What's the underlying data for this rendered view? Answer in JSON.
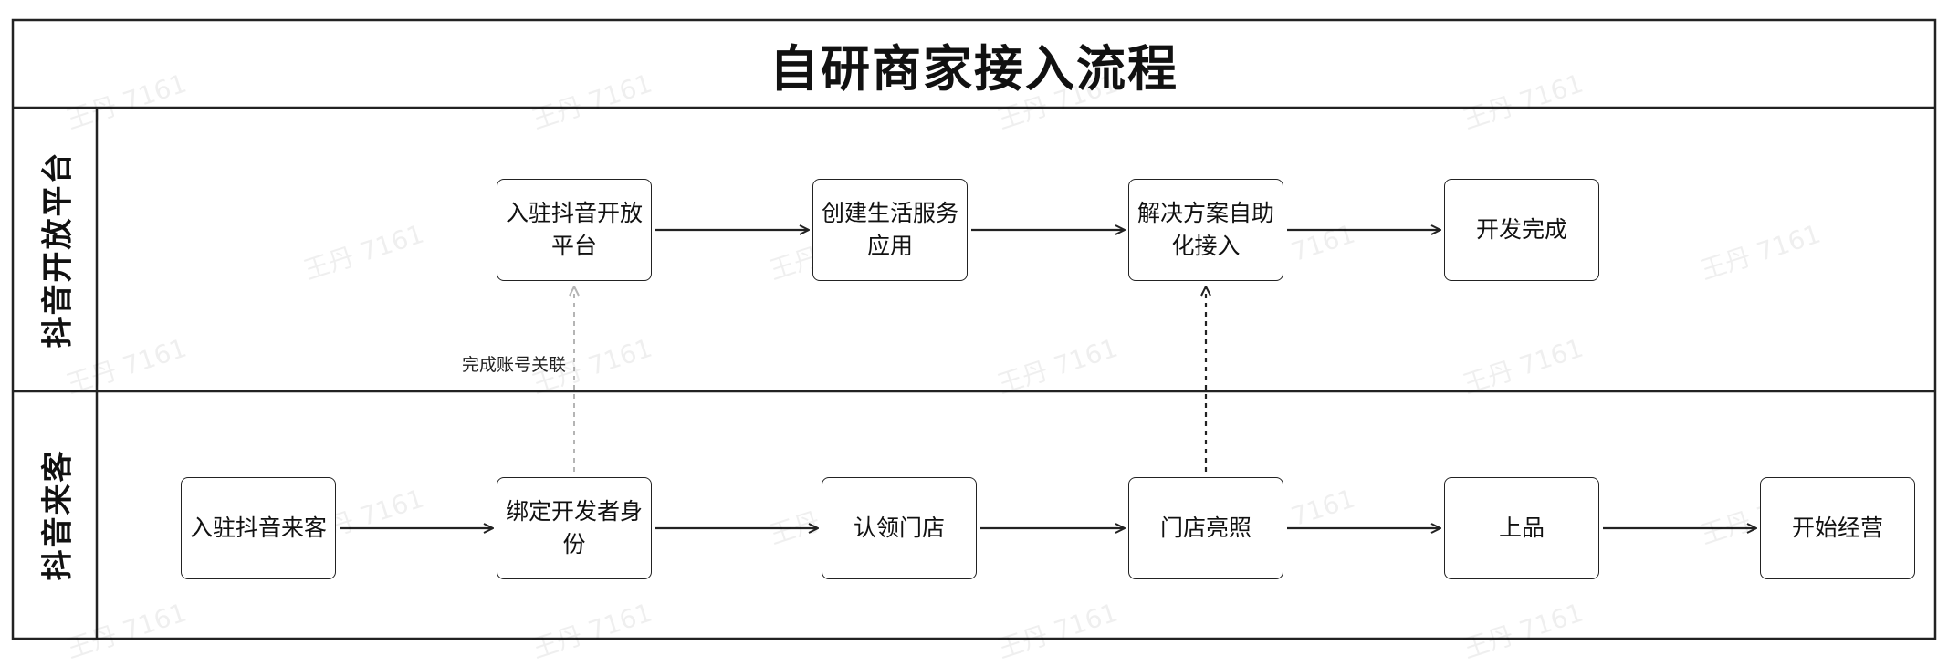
{
  "diagram": {
    "title": "自研商家接入流程",
    "lanes": [
      {
        "id": "platform",
        "label": "抖音开放平台"
      },
      {
        "id": "laike",
        "label": "抖音来客"
      }
    ],
    "nodes": [
      {
        "id": "ruzhu-platform",
        "label": "入驻抖音开放平台"
      },
      {
        "id": "create-app",
        "label": "创建生活服务应用"
      },
      {
        "id": "solution",
        "label": "解决方案自助化接入"
      },
      {
        "id": "dev-done",
        "label": "开发完成"
      },
      {
        "id": "ruzhu-laike",
        "label": "入驻抖音来客"
      },
      {
        "id": "bind-dev",
        "label": "绑定开发者身份"
      },
      {
        "id": "claim-store",
        "label": "认领门店"
      },
      {
        "id": "store-license",
        "label": "门店亮照"
      },
      {
        "id": "list-goods",
        "label": "上品"
      },
      {
        "id": "start-biz",
        "label": "开始经营"
      }
    ],
    "edges": [
      {
        "from": "ruzhu-platform",
        "to": "create-app",
        "style": "solid"
      },
      {
        "from": "create-app",
        "to": "solution",
        "style": "solid"
      },
      {
        "from": "solution",
        "to": "dev-done",
        "style": "solid"
      },
      {
        "from": "ruzhu-laike",
        "to": "bind-dev",
        "style": "solid"
      },
      {
        "from": "bind-dev",
        "to": "claim-store",
        "style": "solid"
      },
      {
        "from": "claim-store",
        "to": "store-license",
        "style": "solid"
      },
      {
        "from": "store-license",
        "to": "list-goods",
        "style": "solid"
      },
      {
        "from": "list-goods",
        "to": "start-biz",
        "style": "solid"
      },
      {
        "from": "bind-dev",
        "to": "ruzhu-platform",
        "style": "dashed-light",
        "label": "完成账号关联"
      },
      {
        "from": "store-license",
        "to": "solution",
        "style": "dashed"
      }
    ],
    "watermark": "王丹 7161",
    "colors": {
      "stroke": "#222222",
      "dashed_light": "#b5b5b5",
      "background": "#ffffff"
    }
  }
}
